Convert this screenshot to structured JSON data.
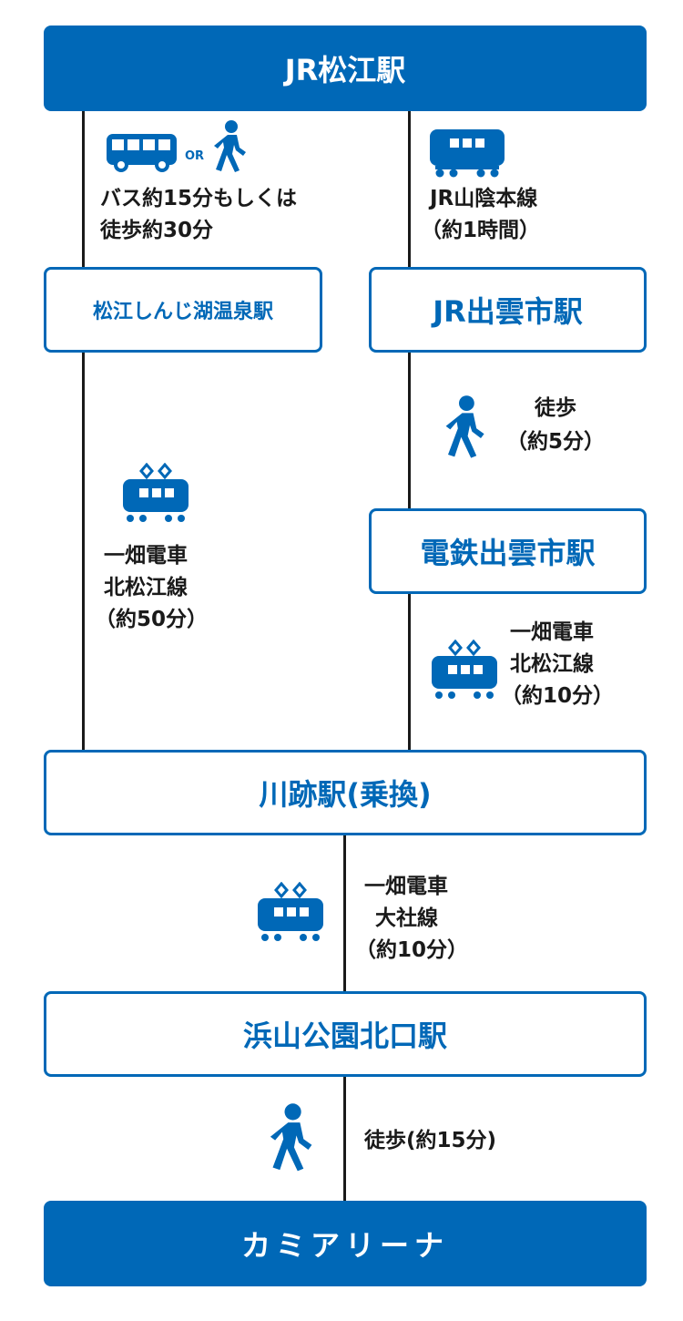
{
  "colors": {
    "accent": "#0068b7",
    "line": "#1a1a1a",
    "background": "#ffffff"
  },
  "stations": {
    "jr_matsue": "JR松江駅",
    "matsue_shinjiko": "松江しんじ湖温泉駅",
    "jr_izumoshi": "JR出雲市駅",
    "dentetsu_izumoshi": "電鉄出雲市駅",
    "kawato": "川跡駅(乗換)",
    "hamayama": "浜山公園北口駅",
    "arena": "カミアリーナ"
  },
  "routes": {
    "bus_or_walk": {
      "or": "OR",
      "line1": "バス約15分もしくは",
      "line2": "徒歩約30分"
    },
    "jr_sanin": {
      "line1": "JR山陰本線",
      "line2": "（約1時間）"
    },
    "walk_5": {
      "line1": "徒歩",
      "line2": "（約5分）"
    },
    "ichibata_left": {
      "line1": "一畑電車",
      "line2": "北松江線",
      "line3": "（約50分）"
    },
    "ichibata_right": {
      "line1": "一畑電車",
      "line2": "北松江線",
      "line3": "（約10分）"
    },
    "ichibata_taisha": {
      "line1": "一畑電車",
      "line2": "大社線",
      "line3": "（約10分）"
    },
    "walk_15": {
      "line1": "徒歩(約15分)"
    }
  },
  "icons": [
    "bus-icon",
    "walker-icon",
    "train-icon",
    "electric-train-icon"
  ]
}
